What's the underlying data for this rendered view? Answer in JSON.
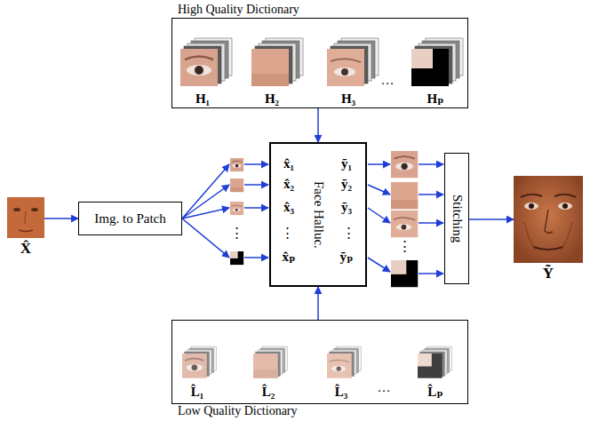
{
  "diagram": {
    "nodes": [
      {
        "text": [
          "High Quality Dictionary"
        ]
      },
      {
        "text": [
          "X̂"
        ]
      },
      {
        "text": [
          "Img. to Patch"
        ]
      },
      {
        "text": [
          "Face Halluc."
        ]
      },
      {
        "text": [
          "Stitching"
        ]
      },
      {
        "text": [
          "Ỹ"
        ]
      },
      {
        "text": [
          "Low Quality Dictionary"
        ]
      }
    ],
    "edges": [
      {
        "from": 1,
        "to": 2,
        "arrow": "to"
      },
      {
        "from": 0,
        "to": 3,
        "arrow": "to"
      },
      {
        "from": 6,
        "to": 3,
        "arrow": "to"
      },
      {
        "from": 4,
        "to": 5,
        "arrow": "to"
      }
    ],
    "labels": [
      "H₁",
      "H₂",
      "H₃",
      "…",
      "Hₚ",
      "⋮",
      "x̂₁",
      "x̂₂",
      "x̂₃",
      "⋮",
      "x̂ₚ",
      "ỹ₁",
      "ỹ₂",
      "ỹ₃",
      "⋮",
      "ỹₚ",
      "⋮",
      "L̂₁",
      "L̂₂",
      "L̂₃",
      "…",
      "L̂ₚ"
    ]
  }
}
